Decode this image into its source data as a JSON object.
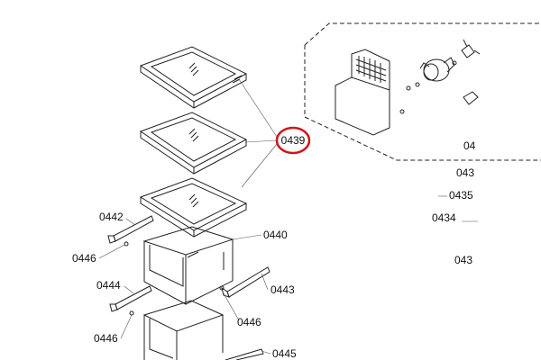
{
  "callouts": {
    "shelves": "0439",
    "drawer": "0440",
    "rail_left_top": "0442",
    "rail_right_top": "0443",
    "rail_left_bottom": "0444",
    "rail_right_bottom": "0445",
    "clip_left_top": "0446",
    "clip_left_bottom": "0446",
    "clip_right": "0446"
  },
  "cut_labels": {
    "r1": "04",
    "r2": "043",
    "r3": "0435",
    "r4": "0434",
    "r5": "043"
  },
  "highlight_color": "#d0151c"
}
